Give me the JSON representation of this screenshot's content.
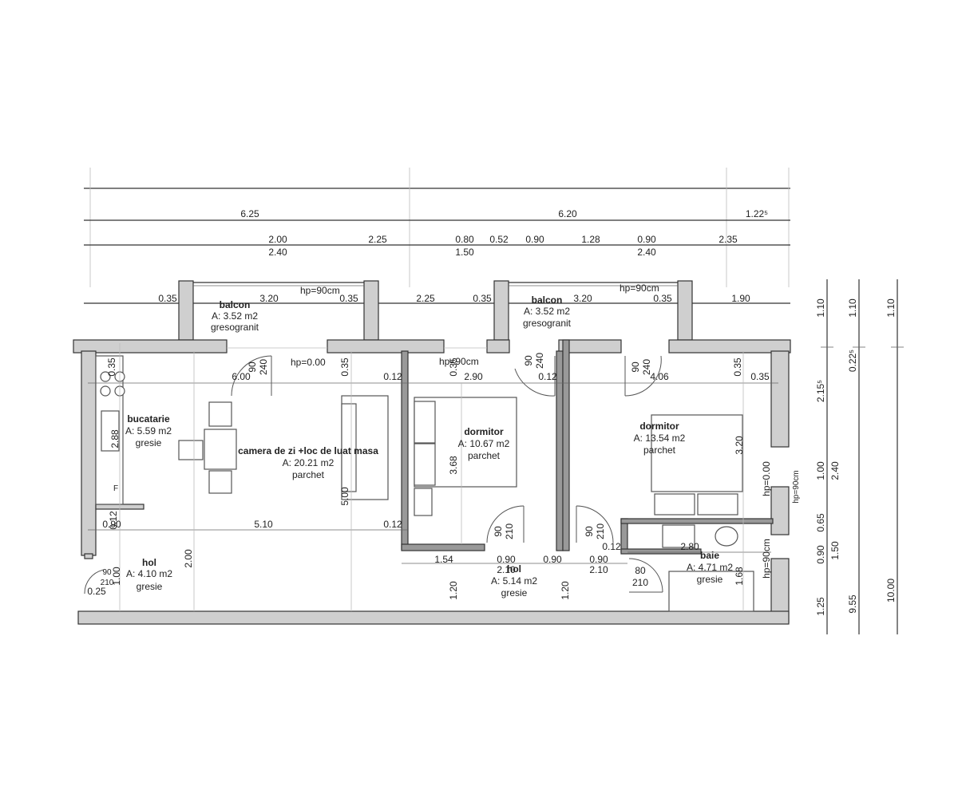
{
  "dimension_lines": {
    "row1": [
      "6.25",
      "6.20",
      "1.22⁵"
    ],
    "row2_top": [
      "2.00",
      "2.25",
      "0.80",
      "0.52",
      "0.90",
      "1.28",
      "0.90",
      "2.35"
    ],
    "row2_bottom": [
      "2.40",
      "1.50",
      "2.40"
    ],
    "row3": [
      "0.35",
      "3.20",
      "0.35",
      "2.25",
      "0.35",
      "3.20",
      "0.35",
      "1.90"
    ]
  },
  "vertical_dims": {
    "col1": [
      "1.10",
      "2.15⁵",
      "1.00",
      "0.65",
      "0.90",
      "1.25"
    ],
    "col2": [
      "1.10",
      "0.22⁵",
      "2.40",
      "1.50",
      "9.55"
    ],
    "col3": [
      "1.10",
      "10.00"
    ]
  },
  "rooms": [
    {
      "name": "balcon",
      "area": "A: 3.52 m2",
      "finish": "gresogranit"
    },
    {
      "name": "balcon",
      "area": "A: 3.52 m2",
      "finish": "gresogranit"
    },
    {
      "name": "bucatarie",
      "area": "A: 5.59 m2",
      "finish": "gresie"
    },
    {
      "name": "camera de zi +loc de luat masa",
      "area": "A: 20.21 m2",
      "finish": "parchet"
    },
    {
      "name": "dormitor",
      "area": "A: 10.67 m2",
      "finish": "parchet"
    },
    {
      "name": "dormitor",
      "area": "A: 13.54 m2",
      "finish": "parchet"
    },
    {
      "name": "hol",
      "area": "A: 4.10 m2",
      "finish": "gresie"
    },
    {
      "name": "hol",
      "area": "A: 5.14 m2",
      "finish": "gresie"
    },
    {
      "name": "baie",
      "area": "A: 4.71 m2",
      "finish": "gresie"
    }
  ],
  "annotations": {
    "hp90_1": "hp=90cm",
    "hp90_2": "hp=90cm",
    "hp90_3": "hp=90cm",
    "hp90_4": "hp=90cm",
    "hp90_5": "hp=90cm",
    "hp000_1": "hp=0.00",
    "hp000_2": "hp=0.00",
    "d600": "6.00",
    "d012a": "0.12",
    "d290": "2.90",
    "d012b": "0.12",
    "d406": "4.06",
    "d035a": "0.35",
    "d035b": "0.35",
    "d035c": "0.35",
    "d035d": "0.35",
    "d035e": "0.35",
    "d090a": "90",
    "d240a": "240",
    "d090b": "90",
    "d240b": "240",
    "d090c": "90",
    "d240c": "240",
    "d288": "2.88",
    "d368": "3.68",
    "d500": "5.00",
    "d320": "3.20",
    "d012c": "0.12",
    "d090d": "0.90",
    "d510": "5.10",
    "d012d": "0.12",
    "d090e": "90",
    "d210a": "210",
    "d090f": "90",
    "d210b": "210",
    "d012e": "0.12",
    "d280": "2.80",
    "d200": "2.00",
    "d154": "1.54",
    "d090g": "0.90",
    "d090h": "0.90",
    "d090i": "0.90",
    "d210c": "2.10",
    "d210d": "2.10",
    "d080": "80",
    "d210e": "210",
    "d120a": "1.20",
    "d120b": "1.20",
    "d168": "1.68",
    "d090j": "90",
    "d210f": "210",
    "d025": "0.25",
    "d100": "1.00",
    "f_letter": "F"
  }
}
